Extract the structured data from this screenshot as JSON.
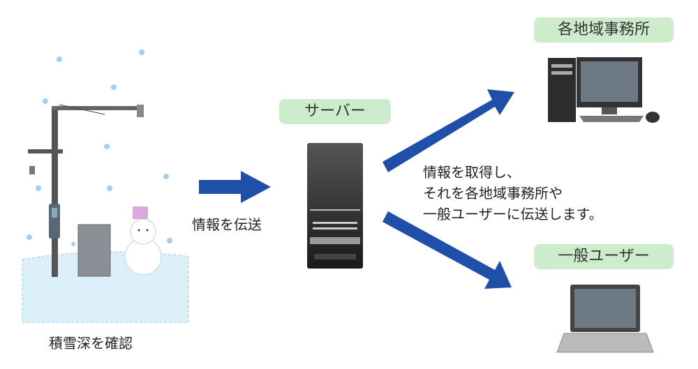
{
  "snow_scene": {
    "caption": "積雪深を確認"
  },
  "transfer": {
    "label": "情報を伝送"
  },
  "server": {
    "label": "サーバー"
  },
  "description": {
    "lines": [
      "情報を取得し、",
      "それを各地域事務所や",
      "一般ユーザーに伝送します。"
    ]
  },
  "office": {
    "label": "各地域事務所"
  },
  "user": {
    "label": "一般ユーザー"
  },
  "colors": {
    "arrow": "#1f4fa8",
    "label_bg": "#cdeccb",
    "ground": "#dcf0fa"
  }
}
